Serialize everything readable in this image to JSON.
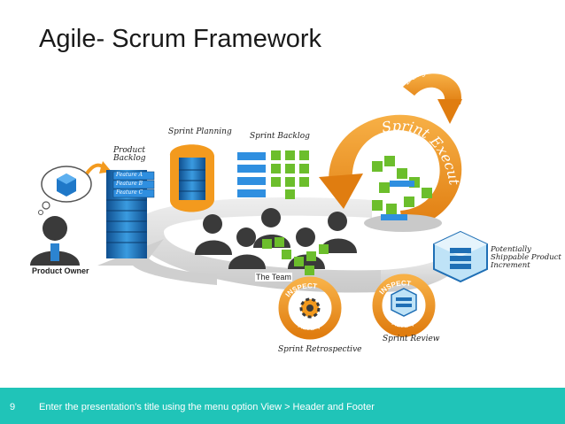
{
  "slide": {
    "title": "Agile- Scrum Framework",
    "page_number": "9",
    "footer_text": "Enter the presentation's title using the menu option View > Header and Footer"
  },
  "diagram": {
    "product_owner": "Product Owner",
    "product_backlog_line1": "Product",
    "product_backlog_line2": "Backlog",
    "features": [
      "Feature A",
      "Feature B",
      "Feature C"
    ],
    "sprint_planning": "Sprint Planning",
    "sprint_backlog": "Sprint Backlog",
    "daily_scrum": "Daily Scrum",
    "sprint_execution": "Sprint Execution",
    "the_team": "The Team",
    "increment_line1": "Potentially",
    "increment_line2": "Shippable Product",
    "increment_line3": "Increment",
    "inspect": "INSPECT",
    "adapt": "ADAPT",
    "sprint_retrospective": "Sprint Retrospective",
    "sprint_review": "Sprint Review"
  },
  "colors": {
    "footer": "#20c4b8",
    "orange": "#f39a1e",
    "blue": "#1f6fb5",
    "green": "#6cbe2c",
    "gray_loop": "#d9d9d9",
    "person": "#3a3a3a"
  }
}
